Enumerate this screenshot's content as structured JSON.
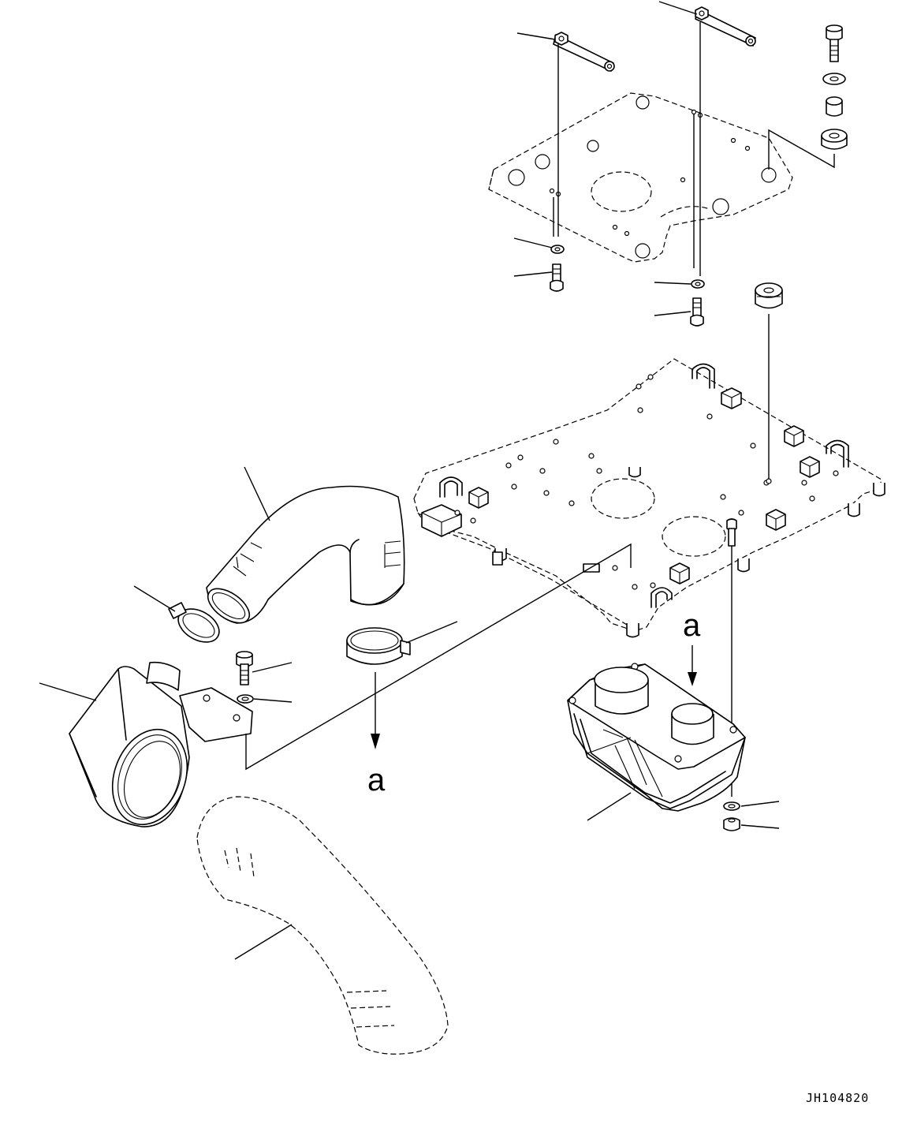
{
  "diagram": {
    "drawing_code": "JH104820",
    "view_marker_upper": "a",
    "view_marker_lower": "a"
  }
}
